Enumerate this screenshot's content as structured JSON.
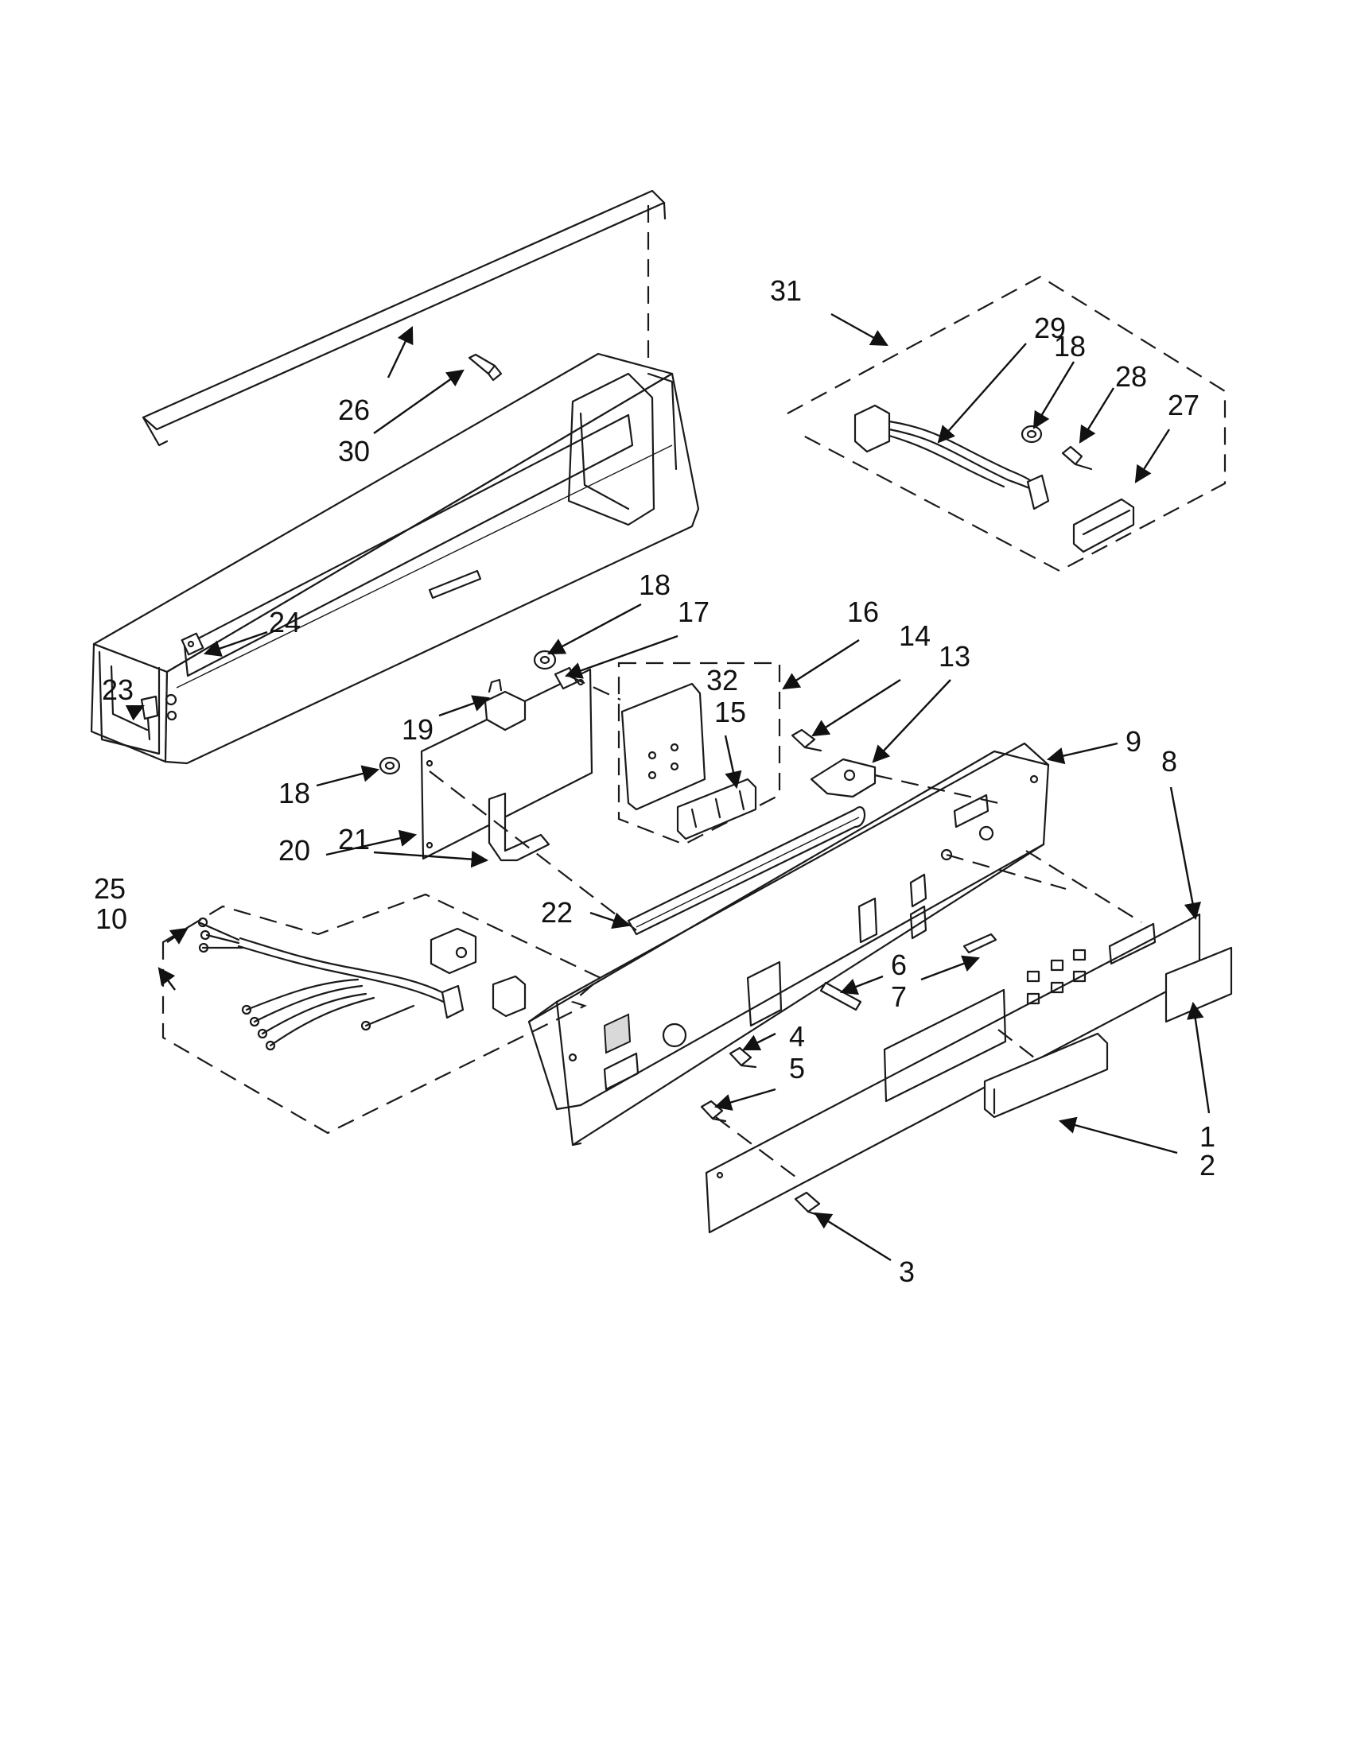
{
  "callouts": [
    "1",
    "2",
    "3",
    "4",
    "5",
    "6",
    "7",
    "8",
    "9",
    "10",
    "13",
    "14",
    "15",
    "16",
    "17",
    "18",
    "19",
    "20",
    "21",
    "22",
    "23",
    "24",
    "25",
    "26",
    "27",
    "28",
    "29",
    "30",
    "31",
    "32"
  ],
  "labels": {
    "l1": "1",
    "l2": "2",
    "l3": "3",
    "l4": "4",
    "l5": "5",
    "l6": "6",
    "l7": "7",
    "l8": "8",
    "l9": "9",
    "l10": "10",
    "l13": "13",
    "l14": "14",
    "l15": "15",
    "l16": "16",
    "l17": "17",
    "l18a": "18",
    "l18b": "18",
    "l18c": "18",
    "l19": "19",
    "l20": "20",
    "l21": "21",
    "l22": "22",
    "l23": "23",
    "l24": "24",
    "l25": "25",
    "l26": "26",
    "l27": "27",
    "l28": "28",
    "l29": "29",
    "l30": "30",
    "l31": "31",
    "l32": "32"
  }
}
